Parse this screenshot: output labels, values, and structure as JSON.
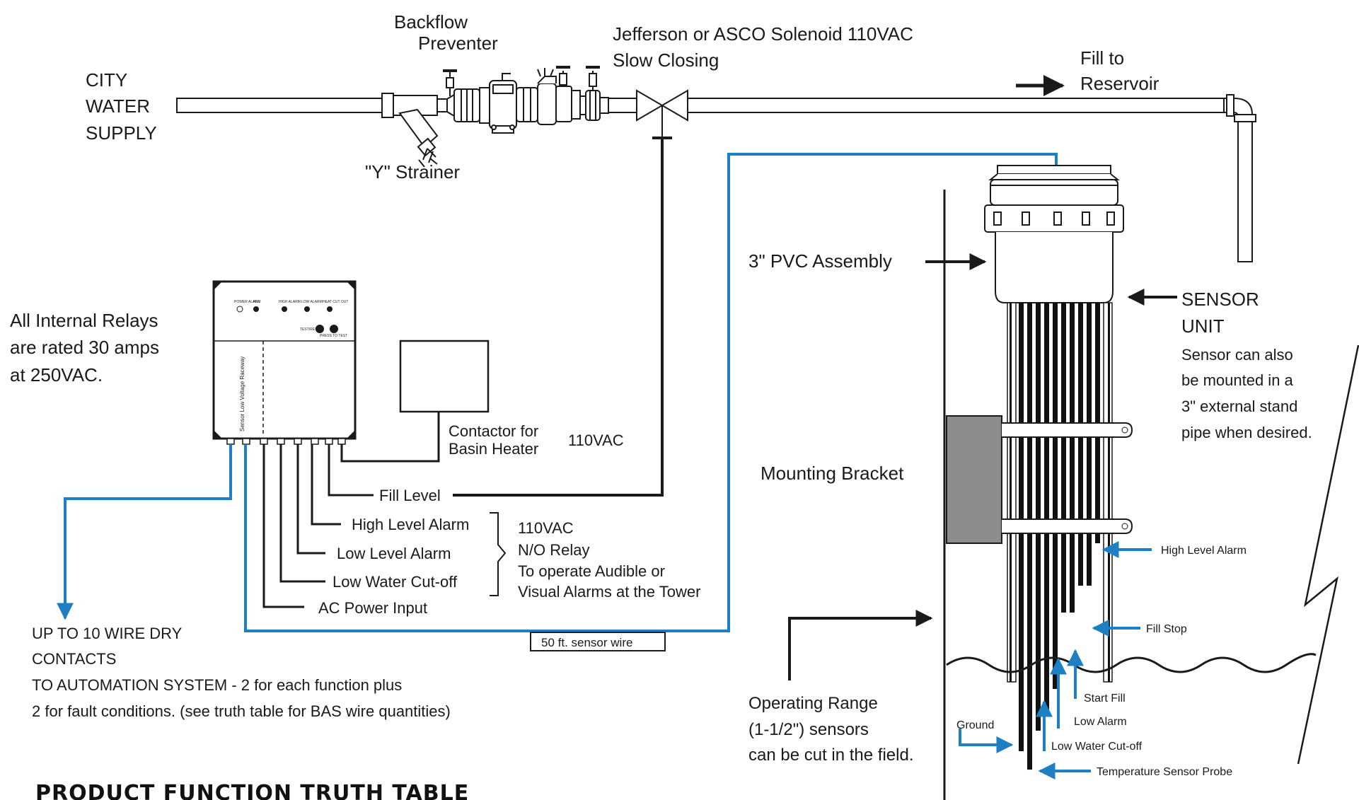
{
  "labels": {
    "city_water_supply": [
      "CITY",
      "WATER",
      "SUPPLY"
    ],
    "backflow_preventer": [
      "Backflow",
      "Preventer"
    ],
    "y_strainer": "\"Y\" Strainer",
    "solenoid": [
      "Jefferson or ASCO Solenoid 110VAC",
      "Slow Closing"
    ],
    "fill_to_reservoir": [
      "Fill to",
      "Reservoir"
    ],
    "pvc_assembly": "3\" PVC Assembly",
    "sensor_unit": [
      "SENSOR",
      "UNIT"
    ],
    "sensor_note": [
      "Sensor can also",
      "be mounted in a",
      "3\" external stand",
      "pipe when desired."
    ],
    "relay_note": [
      "All Internal Relays",
      "are rated 30 amps",
      "at 250VAC."
    ],
    "contactor": [
      "Contactor for",
      "Basin Heater"
    ],
    "contactor_voltage": "110VAC",
    "mounting_bracket": "Mounting Bracket",
    "fill_level": "Fill Level",
    "high_level_alarm": "High Level Alarm",
    "low_level_alarm": "Low Level Alarm",
    "low_water_cutoff": "Low Water Cut-off",
    "ac_power_input": "AC Power Input",
    "relay_group": [
      "110VAC",
      "N/O Relay",
      "To operate Audible or",
      "Visual Alarms at the Tower"
    ],
    "sensor_wire": "50 ft. sensor wire",
    "bas_contacts": [
      "UP TO 10 WIRE DRY",
      "CONTACTS",
      "TO AUTOMATION SYSTEM - 2 for each function plus",
      "2 for fault conditions. (see truth table for BAS wire quantities)"
    ],
    "operating_range": [
      "Operating Range",
      "(1-1/2\") sensors",
      "can be cut in the field."
    ],
    "probe_high_level_alarm": "High Level Alarm",
    "probe_fill_stop": "Fill Stop",
    "probe_start_fill": "Start Fill",
    "probe_low_alarm": "Low Alarm",
    "probe_ground": "Ground",
    "probe_low_water_cutoff": "Low Water Cut-off",
    "probe_temperature": "Temperature Sensor Probe",
    "truth_table_title": "PRODUCT FUNCTION TRUTH TABLE"
  },
  "panel": {
    "indicators": [
      "POWER ALARM",
      "FILL",
      "HIGH ALARM",
      "LOW ALARM",
      "HEAT CUT OUT"
    ],
    "test_labels": [
      "TEST/RESET",
      "PRESS TO TEST"
    ],
    "raceway_label": "Sensor Low Voltage Raceway"
  },
  "colors": {
    "blue_wire": "#1f7fc4",
    "bracket": "#8c8c8c",
    "line": "#1a1a1a"
  }
}
